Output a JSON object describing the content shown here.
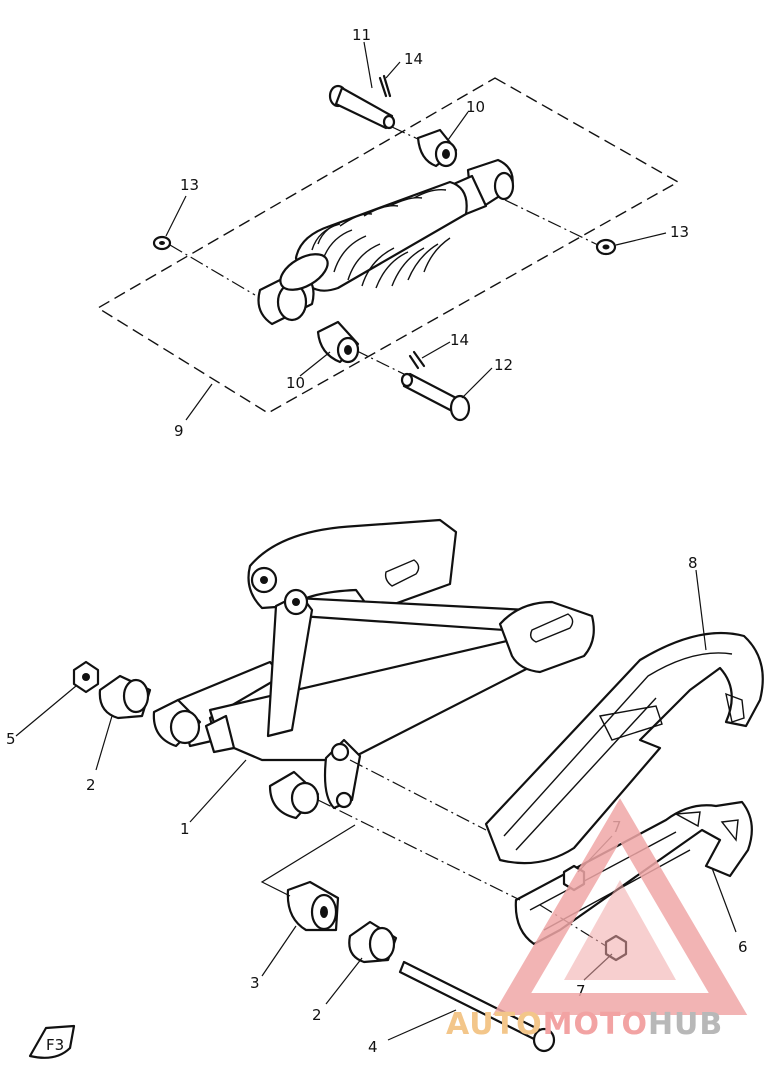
{
  "callouts": [
    {
      "id": "11",
      "text": "11"
    },
    {
      "id": "14a",
      "text": "14"
    },
    {
      "id": "10a",
      "text": "10"
    },
    {
      "id": "13a",
      "text": "13"
    },
    {
      "id": "13b",
      "text": "13"
    },
    {
      "id": "14b",
      "text": "14"
    },
    {
      "id": "12",
      "text": "12"
    },
    {
      "id": "10b",
      "text": "10"
    },
    {
      "id": "9",
      "text": "9"
    },
    {
      "id": "8",
      "text": "8"
    },
    {
      "id": "5",
      "text": "5"
    },
    {
      "id": "2a",
      "text": "2"
    },
    {
      "id": "1",
      "text": "1"
    },
    {
      "id": "7a",
      "text": "7"
    },
    {
      "id": "6",
      "text": "6"
    },
    {
      "id": "3",
      "text": "3"
    },
    {
      "id": "2b",
      "text": "2"
    },
    {
      "id": "7b",
      "text": "7"
    },
    {
      "id": "4",
      "text": "4"
    }
  ],
  "watermark": {
    "part1": "AUTO",
    "part2": "MOTO",
    "part3": "HUB",
    "colors": {
      "auto": "#f3c68a",
      "moto": "#f2a3a3",
      "hub": "#b8b8b8",
      "triangle": "#f0a7a7"
    }
  },
  "fig_mark": "F3"
}
